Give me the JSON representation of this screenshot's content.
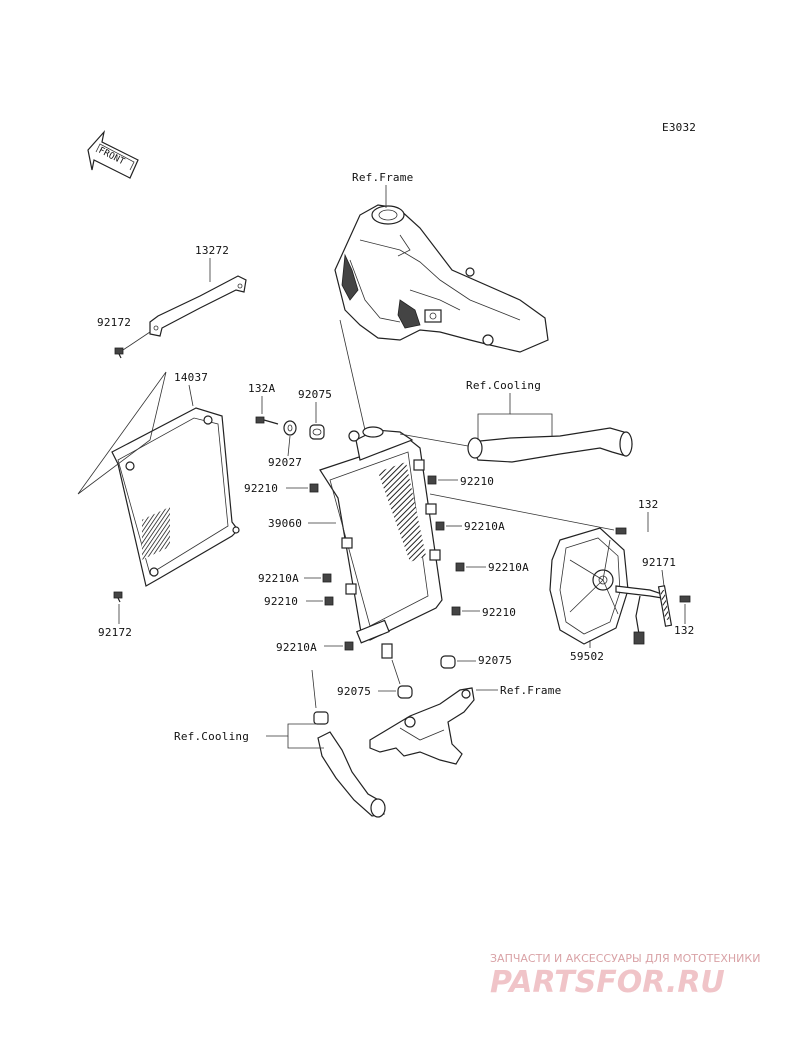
{
  "diagram": {
    "code": "E3032",
    "front_label": "FRONT",
    "labels": {
      "ref_frame_top": "Ref.Frame",
      "ref_cooling_top": "Ref.Cooling",
      "ref_frame_bottom": "Ref.Frame",
      "ref_cooling_bottom": "Ref.Cooling",
      "p13272": "13272",
      "p92172_top": "92172",
      "p14037": "14037",
      "p92172_bottom": "92172",
      "p132A": "132A",
      "p92075_top": "92075",
      "p92027": "92027",
      "p92210_left1": "92210",
      "p39060": "39060",
      "p92210A_left1": "92210A",
      "p92210_left2": "92210",
      "p92210A_left2": "92210A",
      "p92210_right1": "92210",
      "p92210A_right1": "92210A",
      "p92210A_right2": "92210A",
      "p92210_right2": "92210",
      "p92075_right": "92075",
      "p92075_bottom": "92075",
      "p132_top": "132",
      "p92171": "92171",
      "p132_bottom": "132",
      "p59502": "59502"
    }
  },
  "watermark": {
    "subtitle": "ЗАПЧАСТИ И АКСЕССУАРЫ ДЛЯ МОТОТЕХНИКИ",
    "brand": "PARTSFOR.RU",
    "color": "#e8a0a8"
  }
}
